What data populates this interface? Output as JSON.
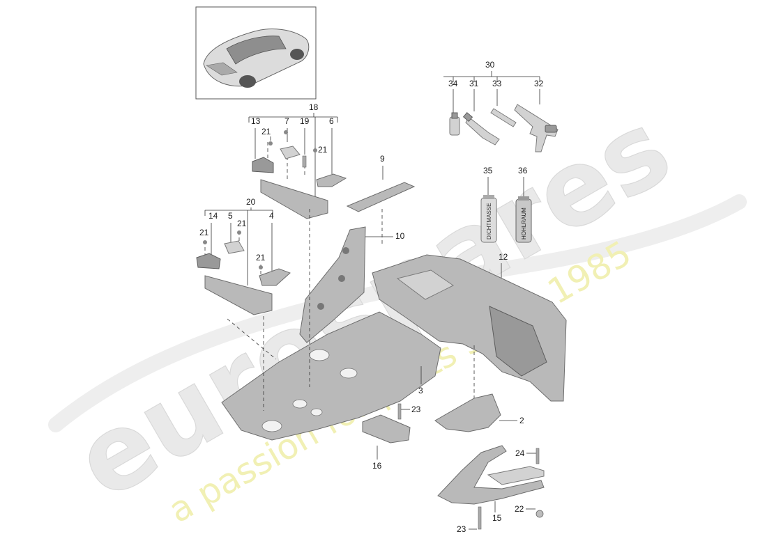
{
  "watermark": {
    "brand": "eurospares",
    "tagline": "a passion for parts since 1985"
  },
  "tubes": {
    "left_label": "DICHTMASSE",
    "right_label": "HOHLRAUM"
  },
  "callouts": {
    "c30": "30",
    "c34": "34",
    "c31": "31",
    "c33": "33",
    "c32": "32",
    "c18": "18",
    "c13": "13",
    "c21a": "21",
    "c7": "7",
    "c19": "19",
    "c6": "6",
    "c21b": "21",
    "c9": "9",
    "c35": "35",
    "c36": "36",
    "c20": "20",
    "c14": "14",
    "c5": "5",
    "c4": "4",
    "c21c": "21",
    "c21d": "21",
    "c21e": "21",
    "c10": "10",
    "c12": "12",
    "c3": "3",
    "c23a": "23",
    "c2": "2",
    "c16": "16",
    "c24": "24",
    "c22": "22",
    "c23b": "23",
    "c15": "15"
  }
}
